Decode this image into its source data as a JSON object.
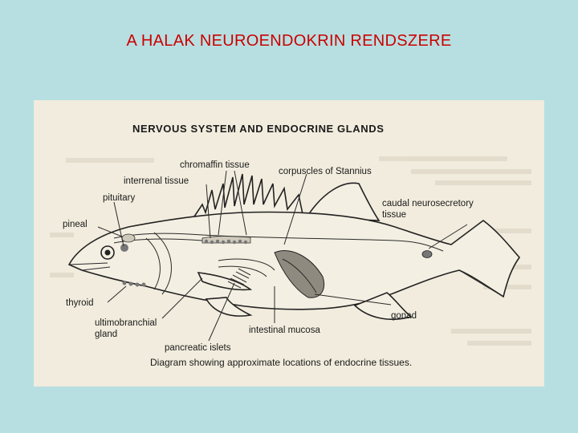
{
  "slide": {
    "title": "A HALAK NEUROENDOKRIN RENDSZERE"
  },
  "figure": {
    "heading": "NERVOUS SYSTEM AND ENDOCRINE GLANDS",
    "caption": "Diagram showing approximate locations of endocrine tissues.",
    "labels": {
      "chromaffin_tissue": "chromaffin tissue",
      "interrenal_tissue": "interrenal tissue",
      "corpuscles_of_stannius": "corpuscles of Stannius",
      "pituitary": "pituitary",
      "caudal_neurosecretory_1": "caudal neurosecretory",
      "caudal_neurosecretory_2": "tissue",
      "pineal": "pineal",
      "thyroid": "thyroid",
      "gonad": "gonad",
      "ultimobranchial_1": "ultimobranchial",
      "ultimobranchial_2": "gland",
      "intestinal_mucosa": "intestinal mucosa",
      "pancreatic_islets": "pancreatic islets"
    },
    "colors": {
      "background": "#b7dfe1",
      "title": "#cc0000",
      "paper": "#f1ecdd"
    }
  }
}
